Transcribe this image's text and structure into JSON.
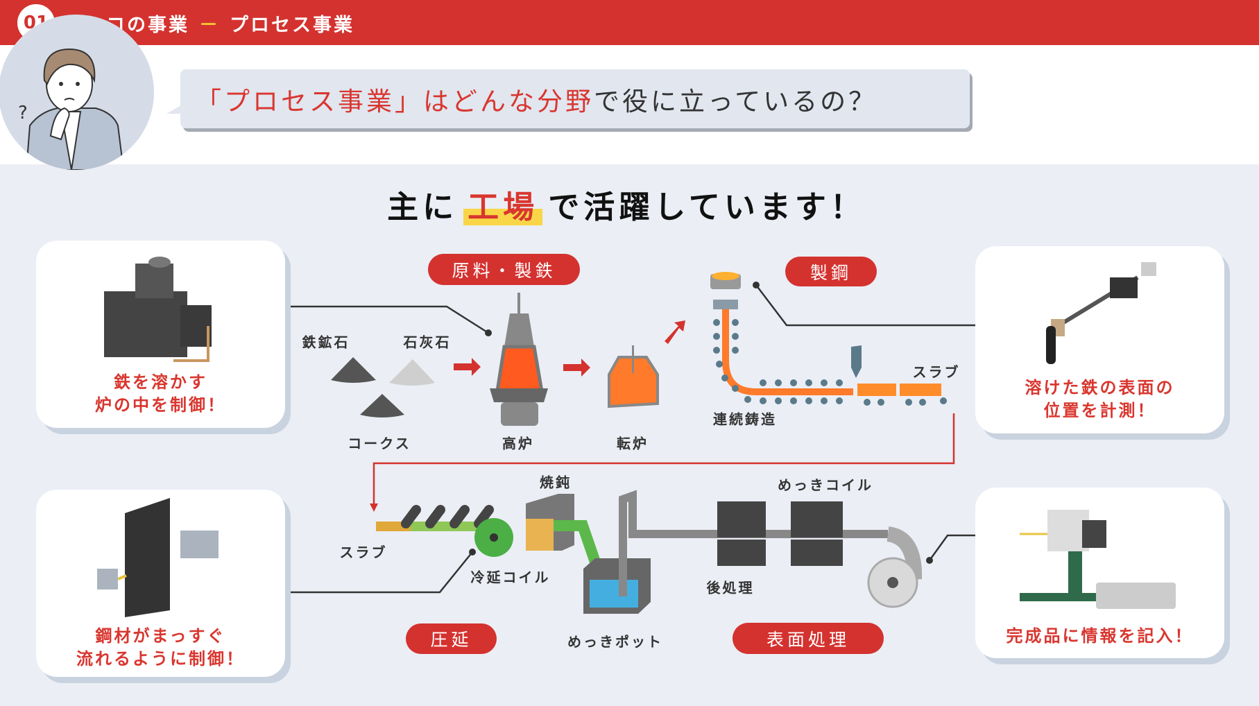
{
  "header": {
    "number": "01",
    "section": "ニレコの事業",
    "separator": "－",
    "subsection": "プロセス事業"
  },
  "question": {
    "highlight": "「プロセス事業」はどんな分野",
    "rest": "で役に立っているの？"
  },
  "heading": {
    "before": "主に",
    "highlight": "工場",
    "after": "で活躍しています！"
  },
  "cards": [
    {
      "line1": "鉄を溶かす",
      "line2": "炉の中を制御！"
    },
    {
      "line1": "溶けた鉄の表面の",
      "line2": "位置を計測！"
    },
    {
      "line1": "鋼材がまっすぐ",
      "line2": "流れるように制御！"
    },
    {
      "line1": "完成品に情報を記入！"
    }
  ],
  "stages": {
    "raw": "原料・製鉄",
    "steelmaking": "製鋼",
    "rolling": "圧延",
    "surface": "表面処理"
  },
  "labels": {
    "iron_ore": "鉄鉱石",
    "limestone": "石灰石",
    "coke": "コークス",
    "blast_furnace": "高炉",
    "converter": "転炉",
    "continuous_casting": "連続鋳造",
    "slab_top": "スラブ",
    "annealing": "焼鈍",
    "plated_coil": "めっきコイル",
    "slab_bottom": "スラブ",
    "cold_coil": "冷延コイル",
    "post_treatment": "後処理",
    "plating_pot": "めっきポット"
  },
  "colors": {
    "brand_red": "#d4322f",
    "accent_yellow": "#f9d648",
    "molten_orange": "#ff5a1f"
  }
}
